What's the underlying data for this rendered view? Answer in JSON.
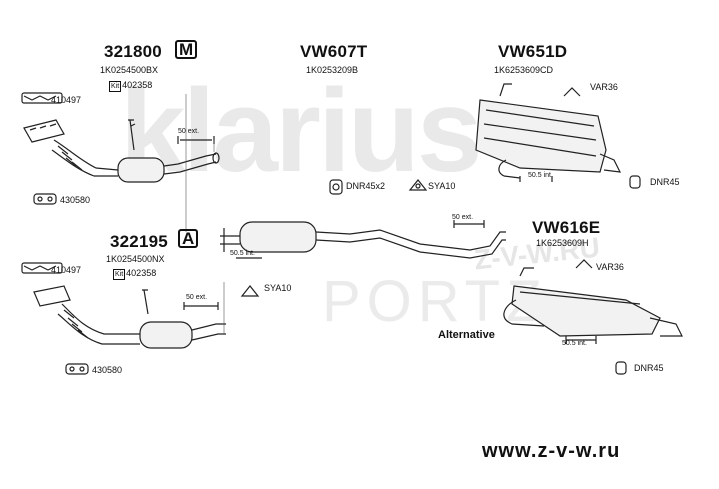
{
  "watermark": {
    "brand": "klarius",
    "site_small": "Z-V-W.RU",
    "ports": "PORTZ"
  },
  "group_a": {
    "code": "321800",
    "sub": "1K0254500BX",
    "kit_tag": "Kit",
    "kit": "402358",
    "icon_badge": "M",
    "gasket": "410497",
    "clamp": "430580",
    "ext": "50 ext."
  },
  "group_b": {
    "code": "VW607T",
    "sub": "1K0253209B",
    "rubber": "DNR45x2",
    "bracket": "SYA10"
  },
  "group_c": {
    "code": "VW651D",
    "sub": "1K6253609CD",
    "hanger": "VAR36",
    "int": "50.5 int.",
    "rubber": "DNR45"
  },
  "group_d": {
    "code": "322195",
    "sub": "1K0254500NX",
    "kit_tag": "Kit",
    "kit": "402358",
    "icon_badge": "A",
    "gasket": "410497",
    "clamp": "430580",
    "ext": "50 ext."
  },
  "group_e": {
    "int": "50.5 int.",
    "bracket": "SYA10",
    "ext": "50 ext."
  },
  "group_f": {
    "code": "VW616E",
    "sub": "1K6253609H",
    "hanger": "VAR36",
    "int": "50.5 int.",
    "rubber": "DNR45",
    "alt": "Alternative"
  },
  "footer": {
    "url": "www.z-v-w.ru"
  }
}
